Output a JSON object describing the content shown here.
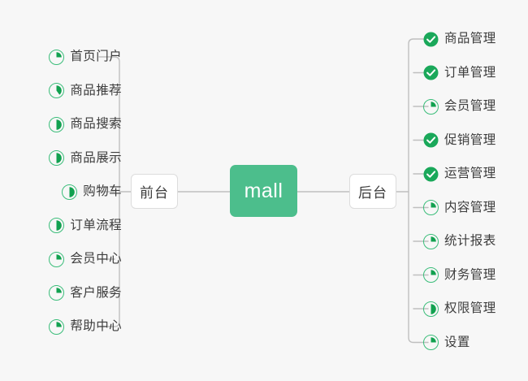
{
  "canvas": {
    "background": "#f7f7f7",
    "line_color": "#bfbfbf"
  },
  "root": {
    "label": "mall",
    "color": "#4cbe8c",
    "text_color": "#ffffff"
  },
  "branches": {
    "frontend": {
      "label": "前台",
      "side": "left"
    },
    "backend": {
      "label": "后台",
      "side": "right"
    }
  },
  "colors": {
    "accent": "#3bbd7a",
    "done": "#1aa85a",
    "pie_fill": "#12a150",
    "text": "#3d3d3d",
    "border": "#dcdcdc"
  },
  "frontend_items": [
    {
      "label": "首页门户",
      "icon": "pie-icon",
      "status": "in-progress",
      "progress": 25
    },
    {
      "label": "商品推荐",
      "icon": "pie-icon",
      "status": "in-progress",
      "progress": 40
    },
    {
      "label": "商品搜索",
      "icon": "pie-icon",
      "status": "in-progress",
      "progress": 50
    },
    {
      "label": "商品展示",
      "icon": "pie-icon",
      "status": "in-progress",
      "progress": 50
    },
    {
      "label": "购物车",
      "icon": "pie-icon",
      "status": "in-progress",
      "progress": 50
    },
    {
      "label": "订单流程",
      "icon": "pie-icon",
      "status": "in-progress",
      "progress": 50
    },
    {
      "label": "会员中心",
      "icon": "pie-icon",
      "status": "in-progress",
      "progress": 25
    },
    {
      "label": "客户服务",
      "icon": "pie-icon",
      "status": "in-progress",
      "progress": 25
    },
    {
      "label": "帮助中心",
      "icon": "pie-icon",
      "status": "in-progress",
      "progress": 25
    }
  ],
  "backend_items": [
    {
      "label": "商品管理",
      "icon": "check-circle-icon",
      "status": "done",
      "progress": 100
    },
    {
      "label": "订单管理",
      "icon": "check-circle-icon",
      "status": "done",
      "progress": 100
    },
    {
      "label": "会员管理",
      "icon": "pie-icon",
      "status": "in-progress",
      "progress": 25
    },
    {
      "label": "促销管理",
      "icon": "check-circle-icon",
      "status": "done",
      "progress": 100
    },
    {
      "label": "运营管理",
      "icon": "check-circle-icon",
      "status": "done",
      "progress": 100
    },
    {
      "label": "内容管理",
      "icon": "pie-icon",
      "status": "in-progress",
      "progress": 25
    },
    {
      "label": "统计报表",
      "icon": "pie-icon",
      "status": "in-progress",
      "progress": 25
    },
    {
      "label": "财务管理",
      "icon": "pie-icon",
      "status": "in-progress",
      "progress": 25
    },
    {
      "label": "权限管理",
      "icon": "pie-icon",
      "status": "in-progress",
      "progress": 50
    },
    {
      "label": "设置",
      "icon": "pie-icon",
      "status": "in-progress",
      "progress": 25
    }
  ]
}
